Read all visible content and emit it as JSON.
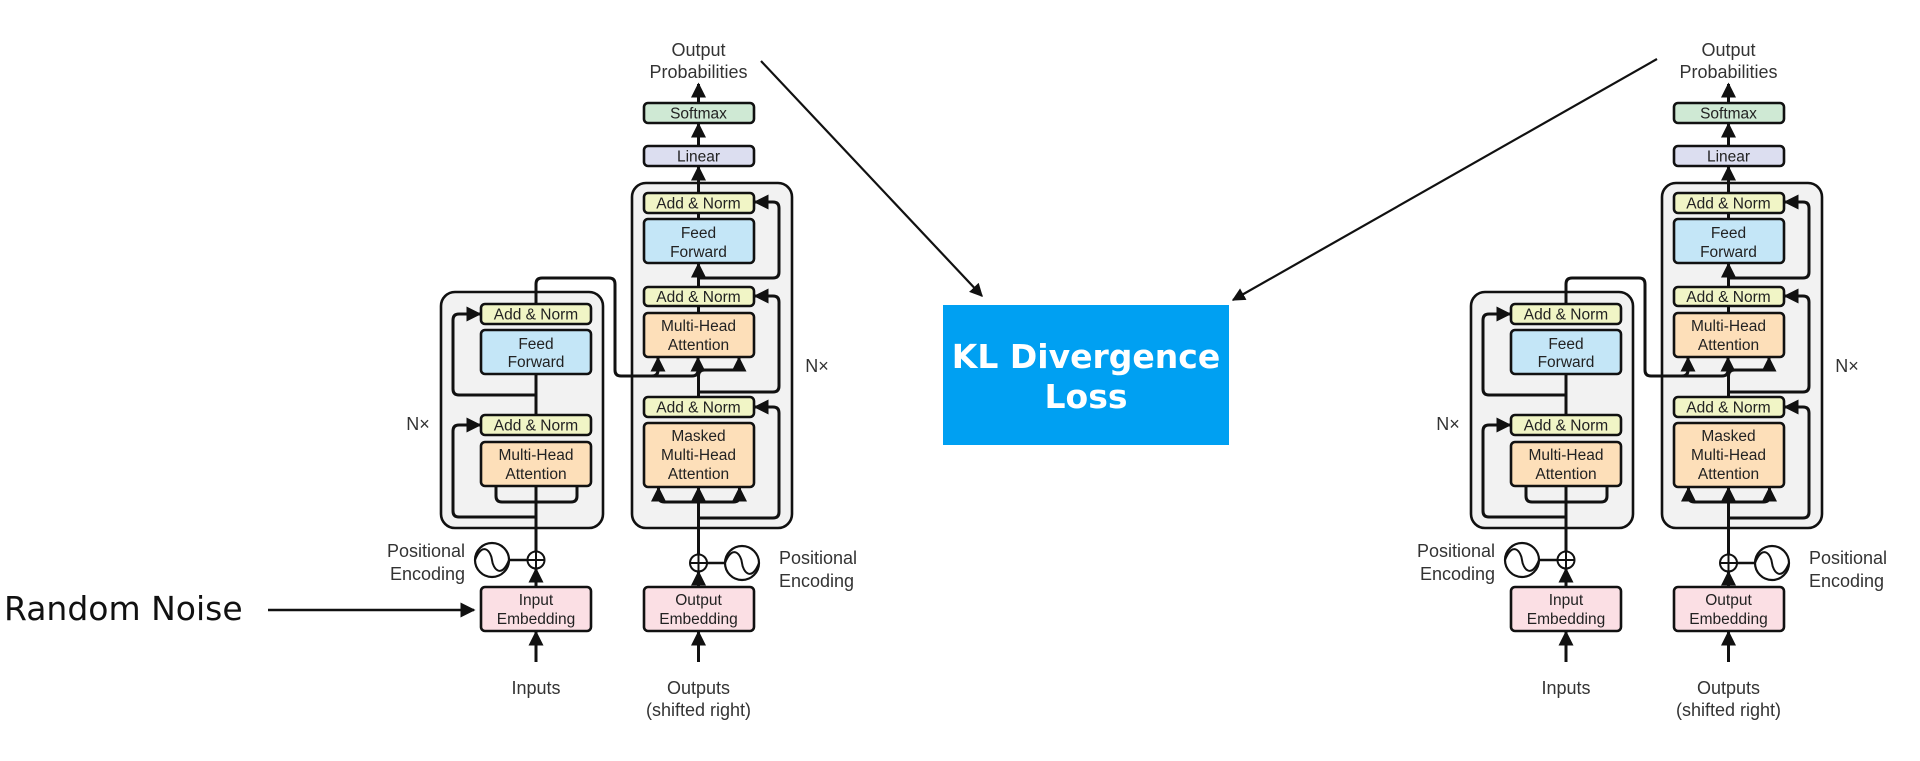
{
  "noise_input": {
    "label": "Random Noise"
  },
  "loss": {
    "label_line1": "KL Divergence",
    "label_line2": "Loss",
    "color": "#00A0F2"
  },
  "models": [
    {
      "name": "student-transformer",
      "output_label_line1": "Output",
      "output_label_line2": "Probabilities",
      "softmax": "Softmax",
      "linear": "Linear",
      "encoder": {
        "repeat_label": "N×",
        "add_norm": "Add & Norm",
        "feed_forward_line1": "Feed",
        "feed_forward_line2": "Forward",
        "attention_line1": "Multi-Head",
        "attention_line2": "Attention",
        "positional_line1": "Positional",
        "positional_line2": "Encoding",
        "embedding_line1": "Input",
        "embedding_line2": "Embedding",
        "input_label": "Inputs"
      },
      "decoder": {
        "repeat_label": "N×",
        "add_norm": "Add & Norm",
        "feed_forward_line1": "Feed",
        "feed_forward_line2": "Forward",
        "attention_line1": "Multi-Head",
        "attention_line2": "Attention",
        "masked_line1": "Masked",
        "masked_line2": "Multi-Head",
        "masked_line3": "Attention",
        "positional_line1": "Positional",
        "positional_line2": "Encoding",
        "embedding_line1": "Output",
        "embedding_line2": "Embedding",
        "input_label_line1": "Outputs",
        "input_label_line2": "(shifted right)"
      }
    },
    {
      "name": "teacher-transformer",
      "output_label_line1": "Output",
      "output_label_line2": "Probabilities",
      "softmax": "Softmax",
      "linear": "Linear",
      "encoder": {
        "repeat_label": "N×",
        "add_norm": "Add & Norm",
        "feed_forward_line1": "Feed",
        "feed_forward_line2": "Forward",
        "attention_line1": "Multi-Head",
        "attention_line2": "Attention",
        "positional_line1": "Positional",
        "positional_line2": "Encoding",
        "embedding_line1": "Input",
        "embedding_line2": "Embedding",
        "input_label": "Inputs"
      },
      "decoder": {
        "repeat_label": "N×",
        "add_norm": "Add & Norm",
        "feed_forward_line1": "Feed",
        "feed_forward_line2": "Forward",
        "attention_line1": "Multi-Head",
        "attention_line2": "Attention",
        "masked_line1": "Masked",
        "masked_line2": "Multi-Head",
        "masked_line3": "Attention",
        "positional_line1": "Positional",
        "positional_line2": "Encoding",
        "embedding_line1": "Output",
        "embedding_line2": "Embedding",
        "input_label_line1": "Outputs",
        "input_label_line2": "(shifted right)"
      }
    }
  ],
  "colors": {
    "softmax": "#CFE9D4",
    "linear": "#DCDEF0",
    "add_norm": "#F1F5C6",
    "feed_forward": "#C4E6F7",
    "attention": "#FDDFB9",
    "embedding": "#FBDFE4",
    "block_group": "#F2F2F2",
    "stroke": "#111111"
  }
}
